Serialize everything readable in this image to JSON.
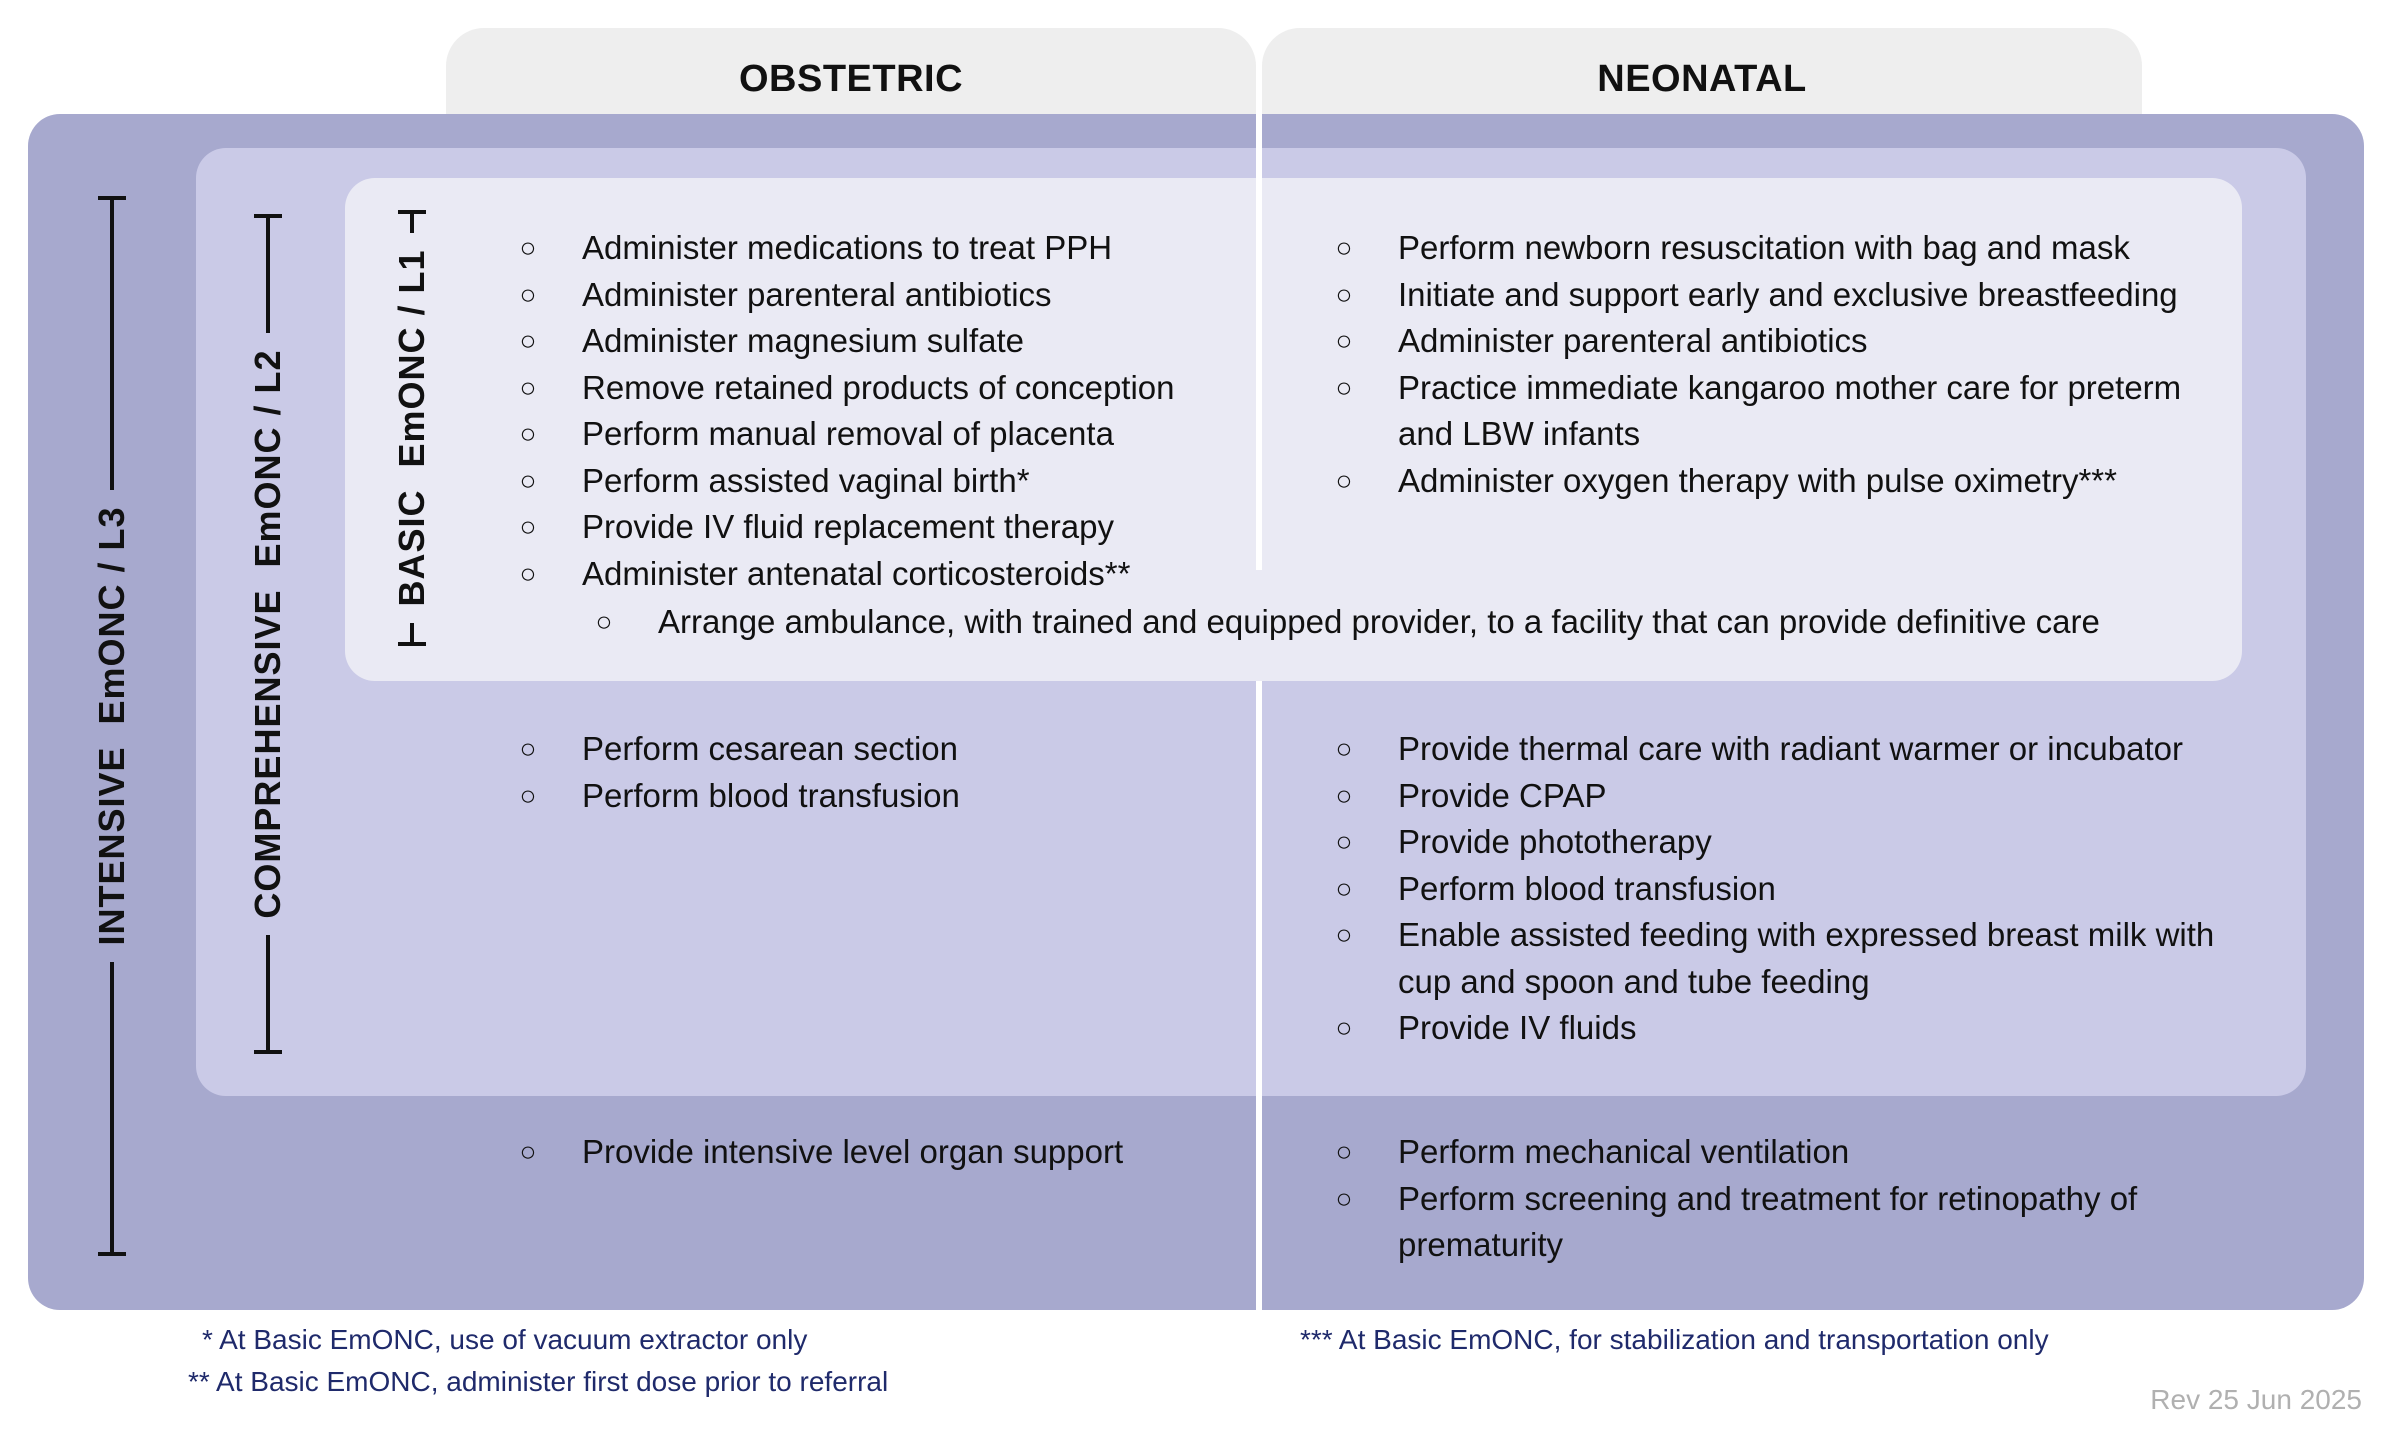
{
  "columns": {
    "obstetric": "OBSTETRIC",
    "neonatal": "NEONATAL"
  },
  "levels": {
    "l1": {
      "name": "BASIC",
      "code": "EmONC / L1"
    },
    "l2": {
      "name": "COMPREHENSIVE",
      "code": "EmONC / L2"
    },
    "l3": {
      "name": "INTENSIVE",
      "code": "EmONC / L3"
    }
  },
  "obstetric": {
    "l1": [
      "Administer medications to treat PPH",
      "Administer parenteral antibiotics",
      "Administer magnesium sulfate",
      "Remove retained products of conception",
      "Perform manual removal of placenta",
      "Perform assisted vaginal birth*",
      "Provide IV fluid replacement therapy",
      "Administer antenatal corticosteroids**"
    ],
    "l2": [
      "Perform cesarean section",
      "Perform blood transfusion"
    ],
    "l3": [
      "Provide intensive level organ support"
    ]
  },
  "neonatal": {
    "l1": [
      "Perform newborn resuscitation with bag and mask",
      "Initiate and support early and exclusive breastfeeding",
      "Administer parenteral antibiotics",
      "Practice immediate kangaroo mother care for preterm and LBW infants",
      "Administer oxygen therapy with pulse oximetry***"
    ],
    "l2": [
      "Provide thermal care with radiant warmer or incubator",
      "Provide CPAP",
      "Provide phototherapy",
      "Perform blood transfusion",
      "Enable assisted feeding with expressed breast milk with cup and spoon and tube feeding",
      "Provide IV fluids"
    ],
    "l3": [
      "Perform mechanical ventilation",
      "Perform screening and treatment for retinopathy of prematurity"
    ]
  },
  "shared_l1": "Arrange ambulance, with trained and equipped provider, to a facility that can provide definitive care",
  "bullet_glyph": "○",
  "footnotes": {
    "single": "* At Basic EmONC, use of vacuum extractor only",
    "double": "** At Basic EmONC, administer first dose prior to referral",
    "triple": "*** At Basic EmONC, for stabilization and transportation only"
  },
  "revision": "Rev 25 Jun 2025",
  "colors": {
    "header_bg": "#eeeeee",
    "level3_bg": "#a7a9ce",
    "level2_bg": "#cacae7",
    "level1_bg": "#eaeaf4",
    "footnote_text": "#1f2a6b",
    "revision_text": "#b0b0b0"
  }
}
